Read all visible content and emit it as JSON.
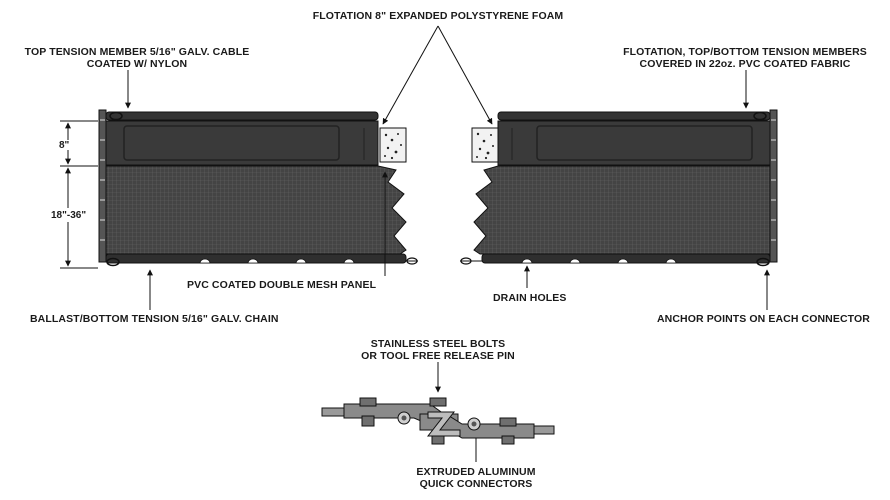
{
  "labels": {
    "flotation_foam": "FLOTATION 8\" EXPANDED POLYSTYRENE FOAM",
    "top_tension_line1": "TOP TENSION MEMBER 5/16\" GALV. CABLE",
    "top_tension_line2": "COATED W/ NYLON",
    "flotation_fabric_line1": "FLOTATION, TOP/BOTTOM TENSION MEMBERS",
    "flotation_fabric_line2": "COVERED IN 22oz. PVC COATED FABRIC",
    "mesh_panel": "PVC COATED DOUBLE MESH PANEL",
    "drain_holes": "DRAIN HOLES",
    "ballast": "BALLAST/BOTTOM TENSION 5/16\" GALV. CHAIN",
    "anchor_points": "ANCHOR POINTS ON EACH CONNECTOR",
    "bolts_line1": "STAINLESS STEEL BOLTS",
    "bolts_line2": "OR TOOL FREE RELEASE PIN",
    "connectors_line1": "EXTRUDED ALUMINUM",
    "connectors_line2": "QUICK CONNECTORS"
  },
  "dimensions": {
    "flotation_height": "8\"",
    "skirt_depth": "18\"-36\""
  },
  "colors": {
    "panel_dark": "#3a3a3a",
    "mesh": "#4a4a4a",
    "line": "#111111",
    "connector": "#8a8a8a"
  }
}
